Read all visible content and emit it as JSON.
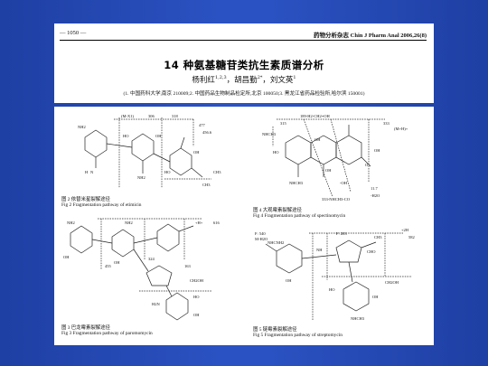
{
  "header": {
    "page_number": "— 1050 —",
    "journal": "药物分析杂志 Chin J Pharm Anal 2006,26(8)",
    "title": "14 种氨基糖苷类抗生素质谱分析",
    "authors_main": "杨利红",
    "authors_main_sup": "1,2,3",
    "authors_second": "，胡昌勤",
    "authors_second_sup": "2*",
    "authors_third": "，刘文英",
    "authors_third_sup": "1",
    "affiliation": "(1. 中国药科大学,南京 210009;2. 中国药品生物制品检定所,北京 100050;3. 黑龙江省药品检验所,哈尔滨 150001)"
  },
  "figures": [
    {
      "caption_cn": "图 2   依替米星裂解途径",
      "caption_en": "Fig 2   Fragmentation pathway of etimicin",
      "labels": [
        "(M-X1)",
        "306",
        "318",
        "477",
        "456.6",
        "NH2",
        "NH2",
        "H",
        "N",
        "OH",
        "OH",
        "CH3",
        "CH3",
        "HO",
        "HO"
      ]
    },
    {
      "caption_cn": "图 3   巴龙霉素裂解途径",
      "caption_en": "Fig 3   Fragmentation pathway of paromomycin",
      "labels": [
        "+H+",
        "616",
        "455",
        "324",
        "163",
        "OH",
        "OH",
        "NH2",
        "NH2",
        "HO",
        "CH2OH",
        "H2N",
        "OH"
      ]
    },
    {
      "caption_cn": "图 4   大观霉素裂解途径",
      "caption_en": "Fig 4   Fragmentation pathway of spectinomycin",
      "labels": [
        "189-H2-CH2=OH",
        "333",
        "(M+H)+",
        "315",
        "NHCH3",
        "HO",
        "OH",
        "OH",
        "O",
        "OH",
        "NHCH3",
        "333-NHCH3-CO",
        "11.7",
        "-H2O",
        "-OH"
      ]
    },
    {
      "caption_cn": "图 5   链霉素裂解途径",
      "caption_en": "Fig 5   Fragmentation pathway of streptomycin",
      "labels": [
        "F: 540",
        "M-H2O",
        "F: 263",
        "+2H",
        "582",
        "CHO",
        "CH3",
        "NH",
        "NHCNH2",
        "OH",
        "HO",
        "OH",
        "NHCH3",
        "CH2OH"
      ]
    }
  ]
}
